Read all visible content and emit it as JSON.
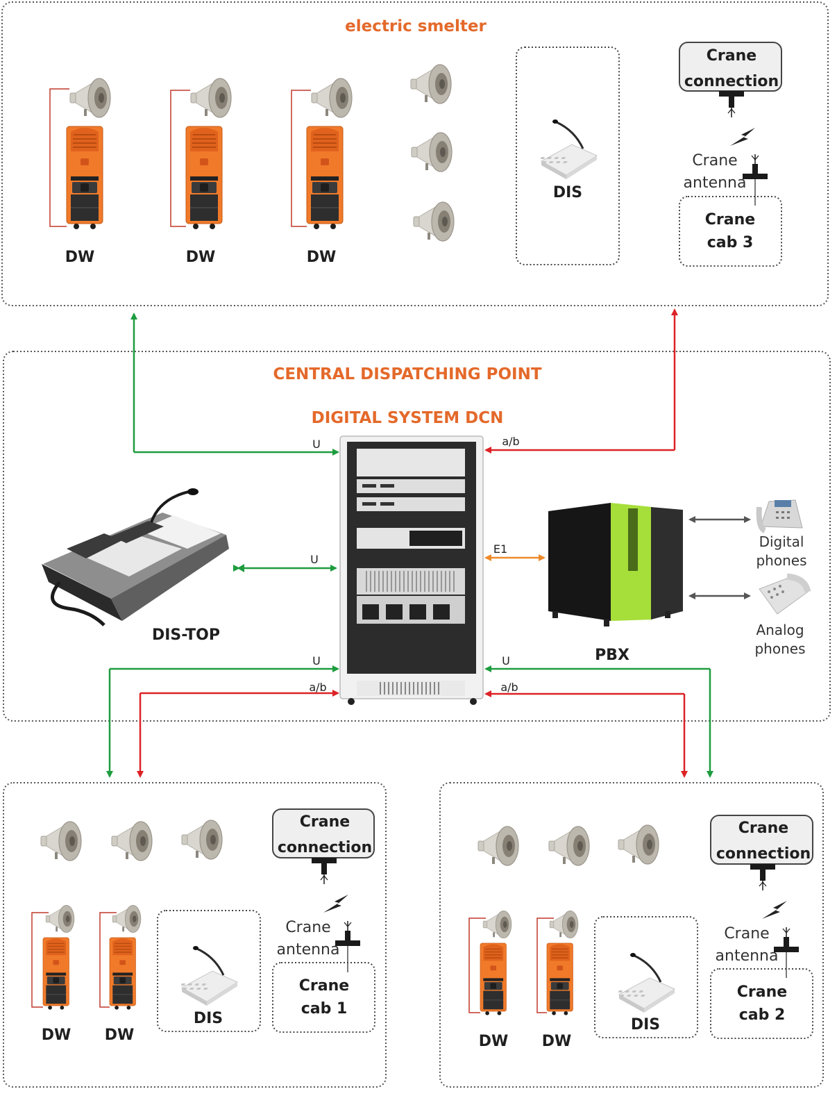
{
  "sections": {
    "top_title": "electric smelter",
    "central_title": "CENTRAL DISPATCHING POINT",
    "central_subtitle": "DIGITAL SYSTEM DCN"
  },
  "labels": {
    "dw": "DW",
    "dis": "DIS",
    "dis_top": "DIS-TOP",
    "pbx": "PBX",
    "crane_connection_l1": "Crane",
    "crane_connection_l2": "connection",
    "crane_antenna_l1": "Crane",
    "crane_antenna_l2": "antenna",
    "crane_cab_l1": "Crane",
    "crane_cab3_l2": "cab 3",
    "crane_cab1_l2": "cab 1",
    "crane_cab2_l2": "cab 2",
    "digital_phones_l1": "Digital",
    "digital_phones_l2": "phones",
    "analog_phones_l1": "Analog",
    "analog_phones_l2": "phones"
  },
  "links": {
    "u": "U",
    "ab": "a/b",
    "e1": "E1"
  },
  "colors": {
    "green_link": "#1e9c3f",
    "red_link": "#dc2226",
    "orange_link": "#ee8a2a",
    "title_orange": "#e4692a",
    "dw_orange": "#f07a2a",
    "pbx_green": "#a6de3a"
  }
}
